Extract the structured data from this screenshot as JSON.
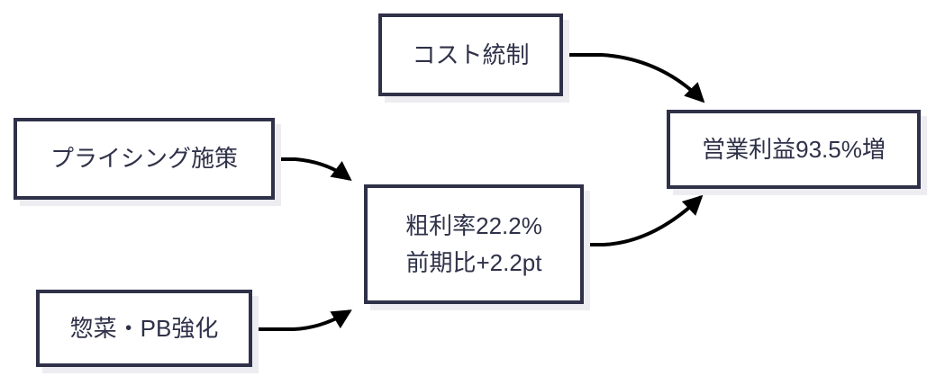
{
  "diagram": {
    "type": "flowchart",
    "background_color": "#ffffff",
    "node_fill_color": "#ffffff",
    "node_border_color": "#2e3148",
    "node_text_color": "#2e3148",
    "node_shadow_color": "#ededf1",
    "arrow_color": "#000000",
    "nodes": [
      {
        "id": "cost-control",
        "label": "コスト統制"
      },
      {
        "id": "pricing",
        "label": "プライシング施策"
      },
      {
        "id": "deli-pb",
        "label": "惣菜・PB強化"
      },
      {
        "id": "gross-margin",
        "lines": [
          "粗利率22.2%",
          "前期比+2.2pt"
        ]
      },
      {
        "id": "operating-profit",
        "label": "営業利益93.5%増"
      }
    ],
    "edges": [
      {
        "from": "cost-control",
        "to": "operating-profit"
      },
      {
        "from": "pricing",
        "to": "gross-margin"
      },
      {
        "from": "deli-pb",
        "to": "gross-margin"
      },
      {
        "from": "gross-margin",
        "to": "operating-profit"
      }
    ]
  }
}
